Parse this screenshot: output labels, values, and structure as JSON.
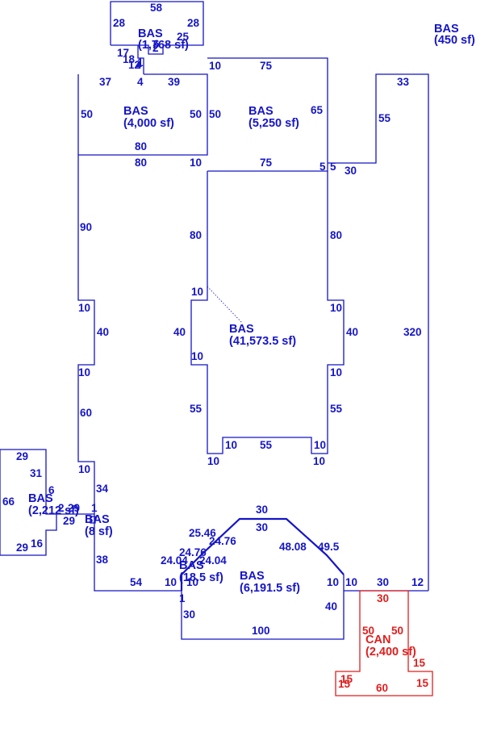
{
  "colors": {
    "line": "#1515c8",
    "canopy": "#e01e1e",
    "background": "#ffffff"
  },
  "areas": {
    "bas_top_small": {
      "code": "BAS",
      "size": "(1,768 sf)"
    },
    "bas_top_right": {
      "code": "BAS",
      "size": "(450 sf)"
    },
    "bas_4000": {
      "code": "BAS",
      "size": "(4,000 sf)"
    },
    "bas_5250": {
      "code": "BAS",
      "size": "(5,250 sf)"
    },
    "bas_main": {
      "code": "BAS",
      "size": "(41,573.5 sf)"
    },
    "bas_left": {
      "code": "BAS",
      "size": "(2,212 sf)"
    },
    "bas_8": {
      "code": "BAS",
      "size": "(8 sf)"
    },
    "bas_18": {
      "code": "BAS",
      "size": "(18.5 sf)"
    },
    "bas_6191": {
      "code": "BAS",
      "size": "(6,191.5 sf)"
    },
    "can": {
      "code": "CAN",
      "size": "(2,400 sf)"
    }
  },
  "dims": {
    "d58": "58",
    "d28a": "28",
    "d28b": "28",
    "d25": "25",
    "d17": "17",
    "d18": "18",
    "d12": "12",
    "d1a": "1",
    "d4a": "4",
    "d6a": "6",
    "d2a": "2",
    "d37": "37",
    "d4b": "4",
    "d39": "39",
    "d50a": "50",
    "d50b": "50",
    "d80a": "80",
    "d80b": "80",
    "d10a": "10",
    "d75a": "75",
    "d50c": "50",
    "d65": "65",
    "d75b": "75",
    "d5a": "5",
    "d5b": "5",
    "d30a": "30",
    "d33": "33",
    "d55a": "55",
    "d90": "90",
    "d80c": "80",
    "d80d": "80",
    "d10b": "10",
    "d10c": "10",
    "d40a": "40",
    "d40b": "40",
    "d10d": "10",
    "d10e": "10",
    "d40c": "40",
    "d320": "320",
    "d10f": "10",
    "d10g": "10",
    "d60": "60",
    "d55b": "55",
    "d55c": "55",
    "d10h": "10",
    "d55d": "55",
    "d10i": "10",
    "d10j": "10",
    "d10k": "10",
    "d29a": "29",
    "d31": "31",
    "d66": "66",
    "d6b": "6",
    "d2b": "2",
    "d29b": "29",
    "d16": "16",
    "d29c": "29",
    "d10l": "10",
    "d34": "34",
    "d1b": "1",
    "d29d": "29",
    "d38": "38",
    "d54": "54",
    "d25_46": "25.46",
    "d24_76a": "24.76",
    "d24_76b": "24.76",
    "d24_04a": "24.04",
    "d24_04b": "24.04",
    "d10m": "10",
    "d10n": "10",
    "d1c": "1",
    "d30b": "30",
    "d30c": "30",
    "d30d": "30",
    "d48_08": "48.08",
    "d49_5": "49.5",
    "d10o": "10",
    "d10p": "10",
    "d40d": "40",
    "d100": "100",
    "d30e": "30",
    "d12b": "12"
  },
  "canopy_dims": {
    "c30": "30",
    "c50a": "50",
    "c50b": "50",
    "c15a": "15",
    "c15b": "15",
    "c15c": "15",
    "c15d": "15",
    "c60": "60"
  }
}
